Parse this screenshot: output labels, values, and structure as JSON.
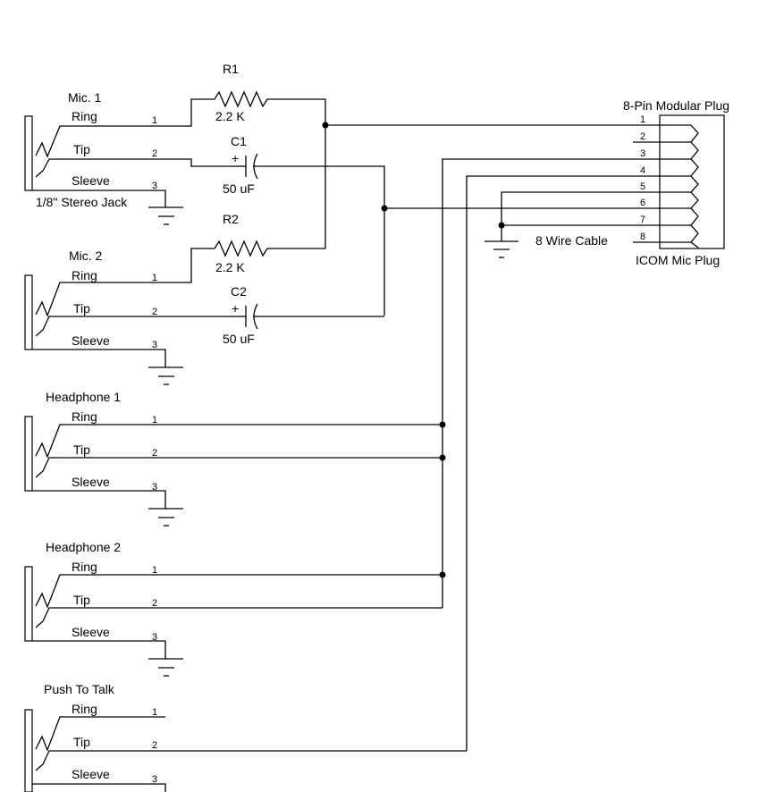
{
  "jacks": [
    {
      "name": "Mic. 1",
      "ring": "Ring",
      "tip": "Tip",
      "sleeve": "Sleeve",
      "pins": [
        "1",
        "2",
        "3"
      ],
      "note": "1/8\" Stereo Jack"
    },
    {
      "name": "Mic. 2",
      "ring": "Ring",
      "tip": "Tip",
      "sleeve": "Sleeve",
      "pins": [
        "1",
        "2",
        "3"
      ]
    },
    {
      "name": "Headphone 1",
      "ring": "Ring",
      "tip": "Tip",
      "sleeve": "Sleeve",
      "pins": [
        "1",
        "2",
        "3"
      ]
    },
    {
      "name": "Headphone 2",
      "ring": "Ring",
      "tip": "Tip",
      "sleeve": "Sleeve",
      "pins": [
        "1",
        "2",
        "3"
      ]
    },
    {
      "name": "Push To Talk",
      "ring": "Ring",
      "tip": "Tip",
      "sleeve": "Sleeve",
      "pins": [
        "1",
        "2",
        "3"
      ]
    }
  ],
  "components": {
    "r1": {
      "ref": "R1",
      "value": "2.2 K"
    },
    "r2": {
      "ref": "R2",
      "value": "2.2 K"
    },
    "c1": {
      "ref": "C1",
      "value": "50 uF",
      "polarity": "+"
    },
    "c2": {
      "ref": "C2",
      "value": "50 uF",
      "polarity": "+"
    }
  },
  "plug": {
    "title": "8-Pin Modular Plug",
    "subtitle": "ICOM Mic Plug",
    "cable_label": "8 Wire Cable",
    "pins": [
      "1",
      "2",
      "3",
      "4",
      "5",
      "6",
      "7",
      "8"
    ]
  }
}
